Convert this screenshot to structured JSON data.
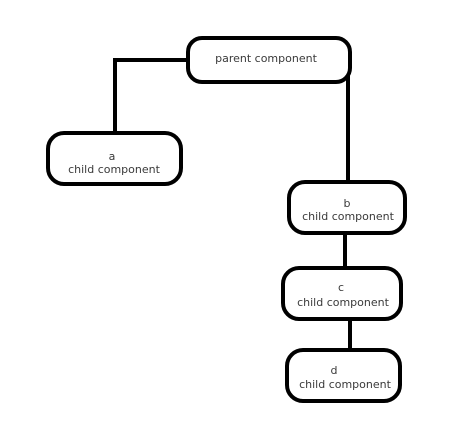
{
  "nodes": {
    "parent": {
      "label": "parent component"
    },
    "a": {
      "letter": "a",
      "label": "child component"
    },
    "b": {
      "letter": "b",
      "label": "child component"
    },
    "c": {
      "letter": "c",
      "label": "child component"
    },
    "d": {
      "letter": "d",
      "label": "child component"
    }
  }
}
